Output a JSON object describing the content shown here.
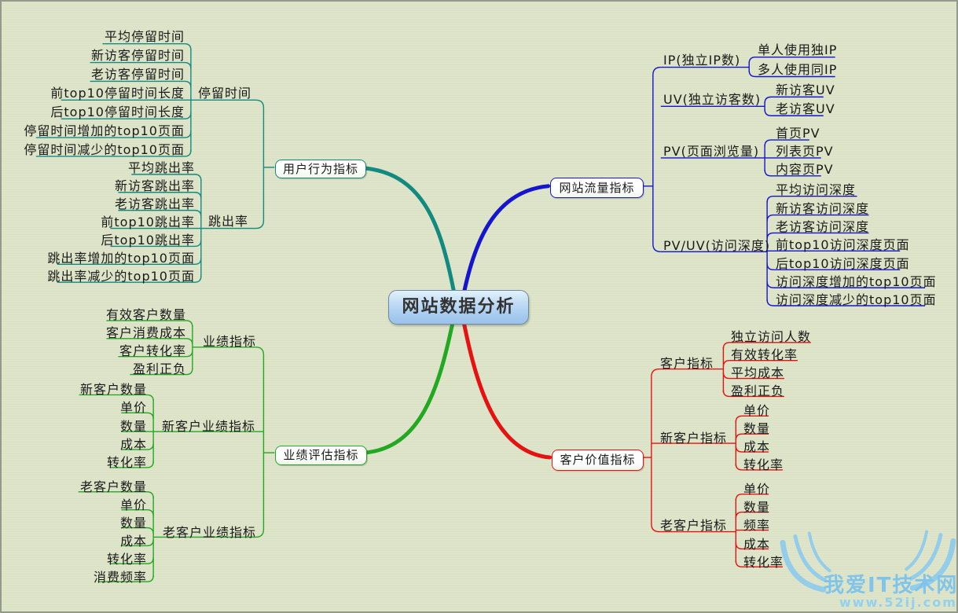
{
  "title": "网站数据分析",
  "watermark": {
    "site_name": "我爱IT技术网",
    "site_url": "www.52ij.com"
  },
  "colors": {
    "background": "#dce3c5",
    "central_fill": "#a6cbf0",
    "branch_user_behavior": "#128a80",
    "branch_site_traffic": "#1515cf",
    "branch_performance": "#22a822",
    "branch_customer_value": "#e61212",
    "watermark_blue": "#7cc3ec"
  },
  "branches": {
    "user_behavior": {
      "label": "用户行为指标",
      "groups": {
        "stay_time": {
          "label": "停留时间",
          "items": [
            "平均停留时间",
            "新访客停留时间",
            "老访客停留时间",
            "前top10停留时间长度",
            "后top10停留时间长度",
            "停留时间增加的top10页面",
            "停留时间减少的top10页面"
          ]
        },
        "bounce_rate": {
          "label": "跳出率",
          "items": [
            "平均跳出率",
            "新访客跳出率",
            "老访客跳出率",
            "前top10跳出率",
            "后top10跳出率",
            "跳出率增加的top10页面",
            "跳出率减少的top10页面"
          ]
        }
      }
    },
    "site_traffic": {
      "label": "网站流量指标",
      "groups": {
        "ip": {
          "label": "IP(独立IP数)",
          "items": [
            "单人使用独IP",
            "多人使用同IP"
          ]
        },
        "uv": {
          "label": "UV(独立访客数)",
          "items": [
            "新访客UV",
            "老访客UV"
          ]
        },
        "pv": {
          "label": "PV(页面浏览量)",
          "items": [
            "首页PV",
            "列表页PV",
            "内容页PV"
          ]
        },
        "visit_depth": {
          "label": "PV/UV(访问深度)",
          "items": [
            "平均访问深度",
            "新访客访问深度",
            "老访客访问深度",
            "前top10访问深度页面",
            "后top10访问深度页面",
            "访问深度增加的top10页面",
            "访问深度减少的top10页面"
          ]
        }
      }
    },
    "performance": {
      "label": "业绩评估指标",
      "groups": {
        "perf": {
          "label": "业绩指标",
          "items": [
            "有效客户数量",
            "客户消费成本",
            "客户转化率",
            "盈利正负"
          ]
        },
        "new_customer_perf": {
          "label": "新客户业绩指标",
          "items": [
            "新客户数量",
            "单价",
            "数量",
            "成本",
            "转化率"
          ]
        },
        "old_customer_perf": {
          "label": "老客户业绩指标",
          "items": [
            "老客户数量",
            "单价",
            "数量",
            "成本",
            "转化率",
            "消费频率"
          ]
        }
      }
    },
    "customer_value": {
      "label": "客户价值指标",
      "groups": {
        "customer": {
          "label": "客户指标",
          "items": [
            "独立访问人数",
            "有效转化率",
            "平均成本",
            "盈利正负"
          ]
        },
        "new_customer": {
          "label": "新客户指标",
          "items": [
            "单价",
            "数量",
            "成本",
            "转化率"
          ]
        },
        "old_customer": {
          "label": "老客户指标",
          "items": [
            "单价",
            "数量",
            "频率",
            "成本",
            "转化率"
          ]
        }
      }
    }
  }
}
